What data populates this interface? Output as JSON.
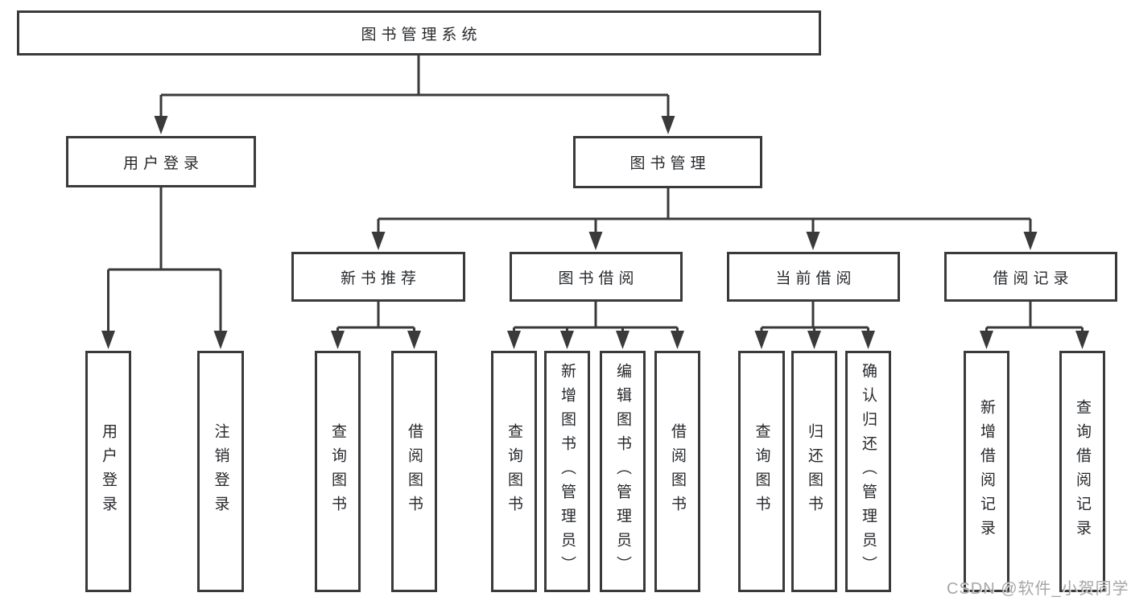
{
  "title": "图书管理系统",
  "nodes": {
    "root": "图书管理系统",
    "user_login": "用户登录",
    "book_mgmt": "图书管理",
    "new_book_rec": "新书推荐",
    "book_borrow": "图书借阅",
    "current_borrow": "当前借阅",
    "borrow_records": "借阅记录",
    "leaf_user_login": "用户登录",
    "leaf_logout": "注销登录",
    "leaf_query_books_1": "查询图书",
    "leaf_borrow_books_1": "借阅图书",
    "leaf_query_books_2": "查询图书",
    "leaf_add_books_admin": "新增图书（管理员）",
    "leaf_edit_books_admin": "编辑图书（管理员）",
    "leaf_borrow_books_2": "借阅图书",
    "leaf_query_books_3": "查询图书",
    "leaf_return_books": "归还图书",
    "leaf_confirm_return_admin": "确认归还（管理员）",
    "leaf_add_borrow_record": "新增借阅记录",
    "leaf_query_borrow_record": "查询借阅记录"
  },
  "hierarchy": {
    "图书管理系统": {
      "用户登录": [
        "用户登录",
        "注销登录"
      ],
      "图书管理": {
        "新书推荐": [
          "查询图书",
          "借阅图书"
        ],
        "图书借阅": [
          "查询图书",
          "新增图书（管理员）",
          "编辑图书（管理员）",
          "借阅图书"
        ],
        "当前借阅": [
          "查询图书",
          "归还图书",
          "确认归还（管理员）"
        ],
        "借阅记录": [
          "新增借阅记录",
          "查询借阅记录"
        ]
      }
    }
  },
  "watermark": "CSDN @软件_小贺同学",
  "colors": {
    "line": "#3a3a3a",
    "box_border": "#3a3a3a",
    "text": "#26282c",
    "watermark": "#a0a0a0",
    "background": "#ffffff"
  }
}
